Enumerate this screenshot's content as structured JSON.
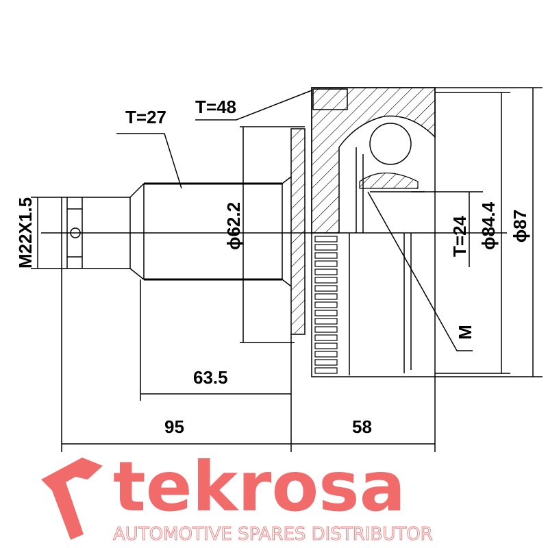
{
  "labels": {
    "t48": "T=48",
    "t27": "T=27",
    "thread": "M22X1.5",
    "dia_shaft": "ϕ62.2",
    "len_shaft": "63.5",
    "len_total_left": "95",
    "len_housing": "58",
    "t24": "T=24",
    "dia_inner": "ϕ84.4",
    "dia_outer": "ϕ87",
    "m": "M"
  },
  "watermark": {
    "brand": "tekrosa",
    "tagline": "AUTOMOTIVE SPARES DISTRIBUTOR",
    "color": "#f05a5a"
  }
}
